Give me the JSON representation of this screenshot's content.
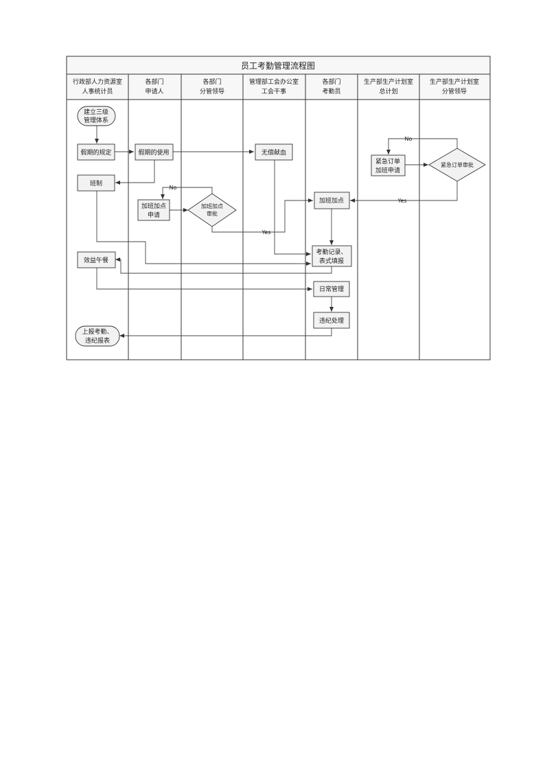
{
  "title": "员工考勤管理流程图",
  "lanes": [
    {
      "line1": "行政部人力资源室",
      "line2": "人事统计员"
    },
    {
      "line1": "各部门",
      "line2": "申请人"
    },
    {
      "line1": "各部门",
      "line2": "分管领导"
    },
    {
      "line1": "管理部工会办公室",
      "line2": "工会干事"
    },
    {
      "line1": "各部门",
      "line2": "考勤员"
    },
    {
      "line1": "生产部生产计划室",
      "line2": "总计划"
    },
    {
      "line1": "生产部生产计划室",
      "line2": "分管领导"
    }
  ],
  "nodes": {
    "start": {
      "line1": "建立三级",
      "line2": "管理体系"
    },
    "holiday_rules": "假期的规定",
    "holiday_use": "假期的使用",
    "blood_donation": "无偿献血",
    "shift_schedule": "班制",
    "overtime_apply": {
      "line1": "加班加点",
      "line2": "申请"
    },
    "overtime_approve": {
      "line1": "加班加点",
      "line2": "审批"
    },
    "overtime": "加班加点",
    "urgent_order_apply": {
      "line1": "紧急订单",
      "line2": "加班申请"
    },
    "urgent_order_approve": "紧急订单审批",
    "attendance_record": {
      "line1": "考勤记录、",
      "line2": "表式填报"
    },
    "benefit_lunch": "效益午餐",
    "daily_management": "日常管理",
    "discipline": "违纪处理",
    "end": {
      "line1": "上报考勤、",
      "line2": "违纪报表"
    }
  },
  "edge_labels": {
    "no_1": "No",
    "yes_1": "Yes",
    "no_2": "No",
    "yes_2": "Yes"
  },
  "colors": {
    "box_fill": "#f2f2f2",
    "border": "#333333",
    "header_fill": "#f7f7f7"
  }
}
